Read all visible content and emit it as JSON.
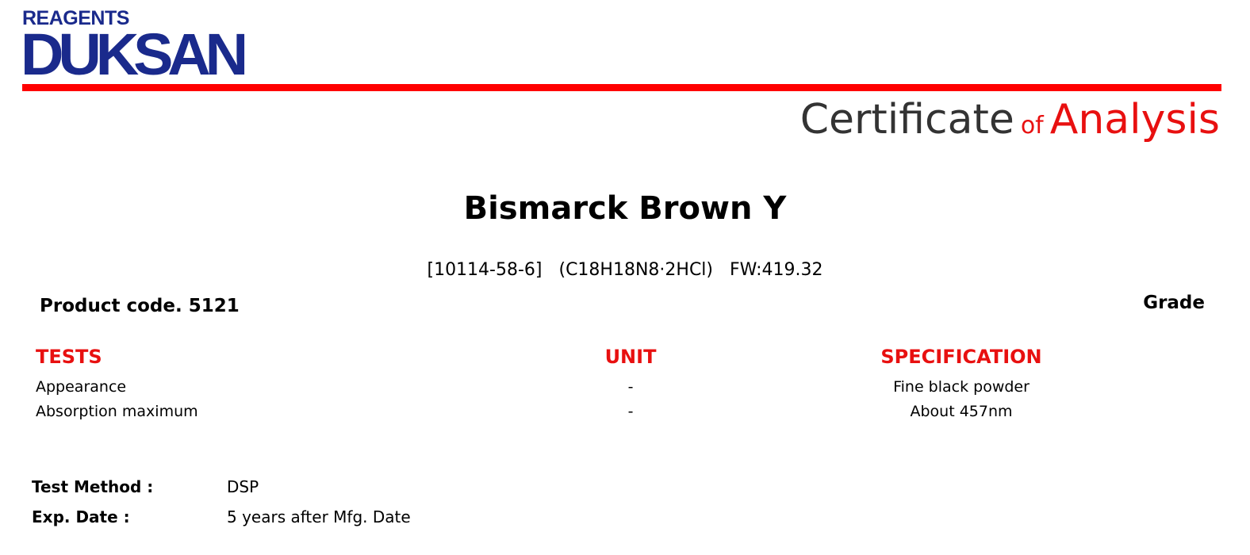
{
  "header": {
    "logo_top": "REAGENTS",
    "logo_main": "DUKSAN",
    "title_word1": "Certificate",
    "title_word2": "of",
    "title_word3": "Analysis",
    "colors": {
      "logo_blue": "#1a2a8c",
      "rule_red": "#ff0000",
      "accent_red": "#e81010",
      "title_gray": "#333333"
    }
  },
  "product": {
    "name": "Bismarck Brown Y",
    "formula_line": "[10114-58-6]   (C18H18N8·2HCl)   FW:419.32",
    "code": "Product code. 5121",
    "grade": "Grade"
  },
  "table": {
    "headers": {
      "tests": "TESTS",
      "unit": "UNIT",
      "spec": "SPECIFICATION"
    },
    "rows": [
      {
        "test": "Appearance",
        "unit": "-",
        "spec": "Fine black powder"
      },
      {
        "test": "Absorption maximum",
        "unit": "-",
        "spec": "About 457nm"
      }
    ]
  },
  "footer": {
    "test_method_label": "Test Method :",
    "test_method_value": "DSP",
    "exp_date_label": "Exp. Date :",
    "exp_date_value": "5 years after Mfg. Date"
  }
}
